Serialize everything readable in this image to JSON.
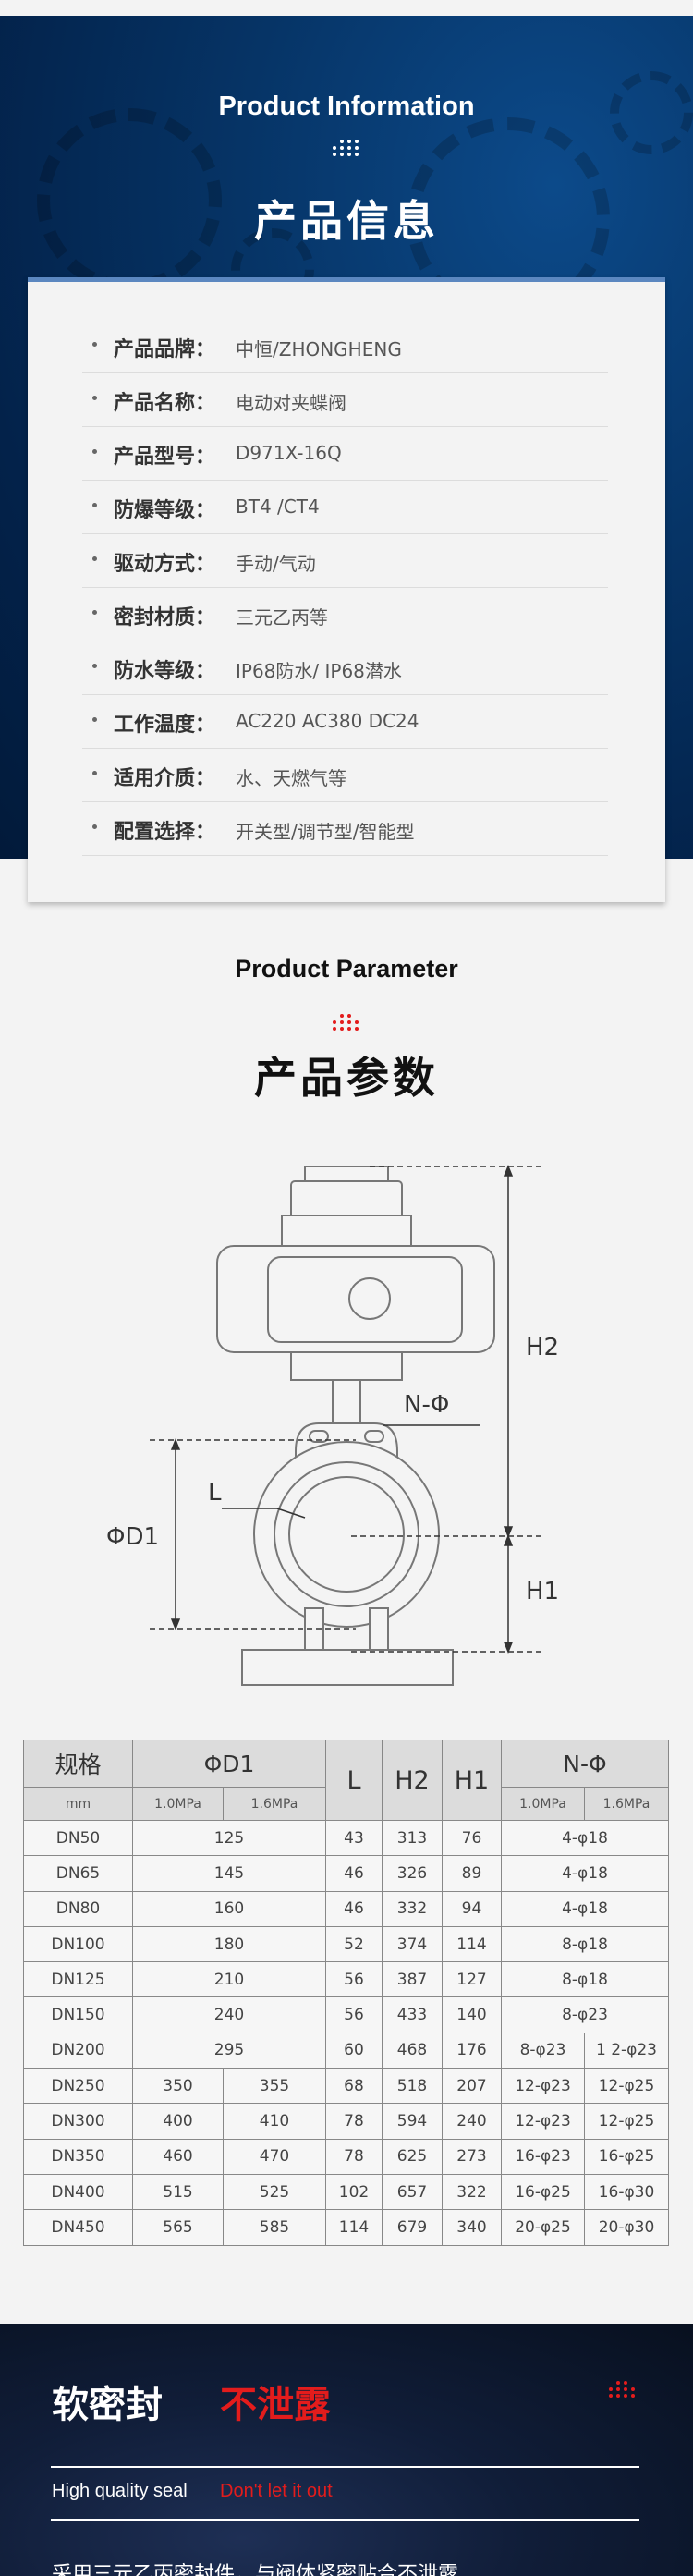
{
  "info_section": {
    "title_en": "Product Information",
    "title_cn": "产品信息",
    "rows": [
      {
        "label": "产品品牌：",
        "value": "中恒/ZHONGHENG"
      },
      {
        "label": "产品名称：",
        "value": "电动对夹蝶阀"
      },
      {
        "label": "产品型号：",
        "value": "D971X-16Q"
      },
      {
        "label": "防爆等级：",
        "value": "BT4 /CT4"
      },
      {
        "label": "驱动方式：",
        "value": "手动/气动"
      },
      {
        "label": "密封材质：",
        "value": "三元乙丙等"
      },
      {
        "label": "防水等级：",
        "value": "IP68防水/ IP68潜水"
      },
      {
        "label": "工作温度：",
        "value": "AC220  AC380  DC24"
      },
      {
        "label": "适用介质：",
        "value": "水、天燃气等"
      },
      {
        "label": "配置选择：",
        "value": "开关型/调节型/智能型"
      }
    ]
  },
  "param_section": {
    "title_en": "Product Parameter",
    "title_cn": "产品参数",
    "diagram_labels": {
      "h2": "H2",
      "h1": "H1",
      "n_phi": "N-Φ",
      "l": "L",
      "phi_d1": "ΦD1"
    }
  },
  "table": {
    "headers": {
      "spec": "规格",
      "d1": "ΦD1",
      "l": "L",
      "h2": "H2",
      "h1": "H1",
      "nphi": "N-Φ",
      "unit": "mm",
      "p10": "1.0MPa",
      "p16": "1.6MPa",
      "p10b": "1.0MPa",
      "p16b": "1.6MPa"
    },
    "rows": [
      {
        "dn": "DN50",
        "d1": "125",
        "l": "43",
        "h2": "313",
        "h1": "76",
        "n": "4-φ18"
      },
      {
        "dn": "DN65",
        "d1": "145",
        "l": "46",
        "h2": "326",
        "h1": "89",
        "n": "4-φ18"
      },
      {
        "dn": "DN80",
        "d1": "160",
        "l": "46",
        "h2": "332",
        "h1": "94",
        "n": "4-φ18"
      },
      {
        "dn": "DN100",
        "d1": "180",
        "l": "52",
        "h2": "374",
        "h1": "114",
        "n": "8-φ18"
      },
      {
        "dn": "DN125",
        "d1": "210",
        "l": "56",
        "h2": "387",
        "h1": "127",
        "n": "8-φ18"
      },
      {
        "dn": "DN150",
        "d1": "240",
        "l": "56",
        "h2": "433",
        "h1": "140",
        "n": "8-φ23"
      },
      {
        "dn": "DN200",
        "d1": "295",
        "l": "60",
        "h2": "468",
        "h1": "176",
        "n10": "8-φ23",
        "n16": "1 2-φ23"
      },
      {
        "dn": "DN250",
        "d10": "350",
        "d16": "355",
        "l": "68",
        "h2": "518",
        "h1": "207",
        "n10": "12-φ23",
        "n16": "12-φ25"
      },
      {
        "dn": "DN300",
        "d10": "400",
        "d16": "410",
        "l": "78",
        "h2": "594",
        "h1": "240",
        "n10": "12-φ23",
        "n16": "12-φ25"
      },
      {
        "dn": "DN350",
        "d10": "460",
        "d16": "470",
        "l": "78",
        "h2": "625",
        "h1": "273",
        "n10": "16-φ23",
        "n16": "16-φ25"
      },
      {
        "dn": "DN400",
        "d10": "515",
        "d16": "525",
        "l": "102",
        "h2": "657",
        "h1": "322",
        "n10": "16-φ25",
        "n16": "16-φ30"
      },
      {
        "dn": "DN450",
        "d10": "565",
        "d16": "585",
        "l": "114",
        "h2": "679",
        "h1": "340",
        "n10": "20-φ25",
        "n16": "20-φ30"
      }
    ]
  },
  "seal_section": {
    "title_white": "软密封",
    "title_red": "不泄露",
    "sub_white": "High quality seal",
    "sub_red": "Don't let it out",
    "body": "采用三元乙丙密封件，与阀体紧密贴合不泄露"
  },
  "colors": {
    "accent_red": "#e31c1c",
    "card_border": "#5b87c0",
    "hero_blue": "#063466"
  }
}
